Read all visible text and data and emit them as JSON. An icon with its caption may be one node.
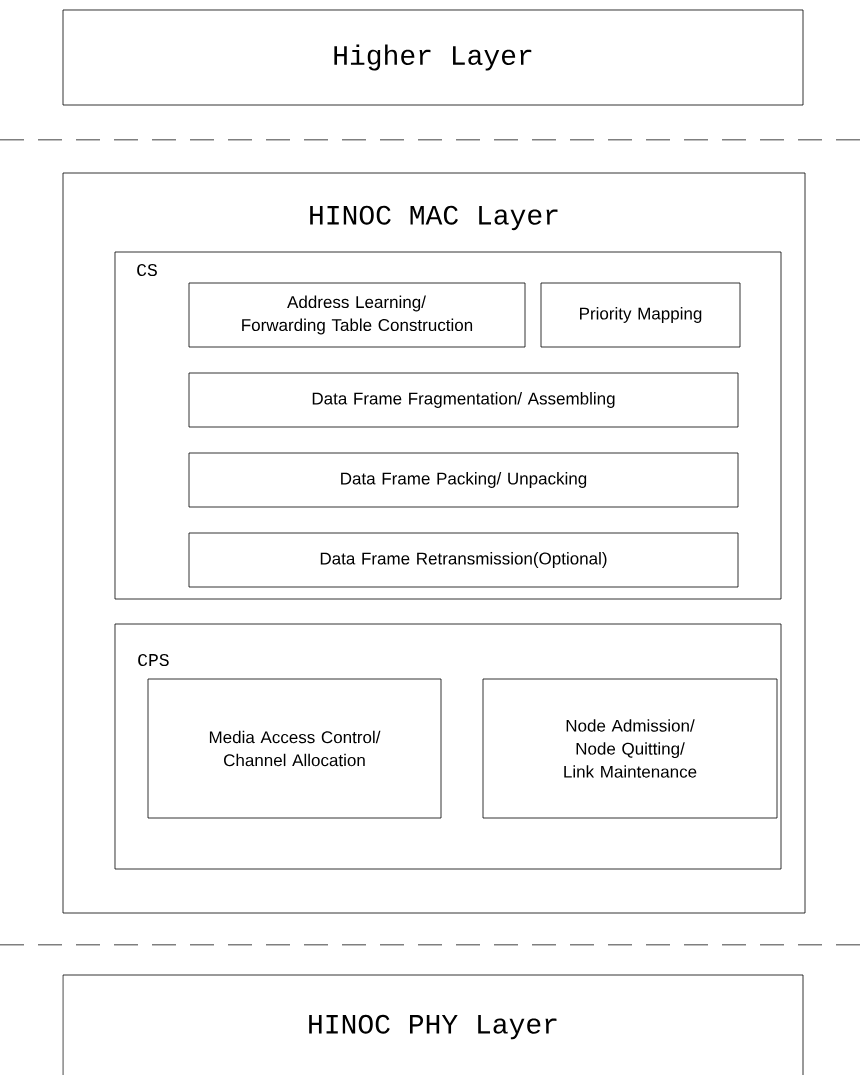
{
  "diagram": {
    "nodes": [
      {
        "text": [
          "Higher Layer"
        ]
      },
      {
        "text": [
          "HINOC MAC Layer"
        ]
      },
      {
        "text": [
          "CS"
        ],
        "in": 1
      },
      {
        "text": [
          "Address Learning/ Forwarding Table Construction"
        ],
        "in": 2
      },
      {
        "text": [
          "Priority Mapping"
        ],
        "in": 2
      },
      {
        "text": [
          "Data Frame Fragmentation/ Assembling"
        ],
        "in": 2
      },
      {
        "text": [
          "Data Frame Packing/ Unpacking"
        ],
        "in": 2
      },
      {
        "text": [
          "Data Frame Retransmission(Optional)"
        ],
        "in": 2
      },
      {
        "text": [
          "CPS"
        ],
        "in": 1
      },
      {
        "text": [
          "Media Access Control/ Channel Allocation"
        ],
        "in": 8
      },
      {
        "text": [
          "Node Admission/ Node Quitting/ Link Maintenance"
        ],
        "in": 8
      },
      {
        "text": [
          "HINOC PHY Layer"
        ]
      }
    ]
  }
}
